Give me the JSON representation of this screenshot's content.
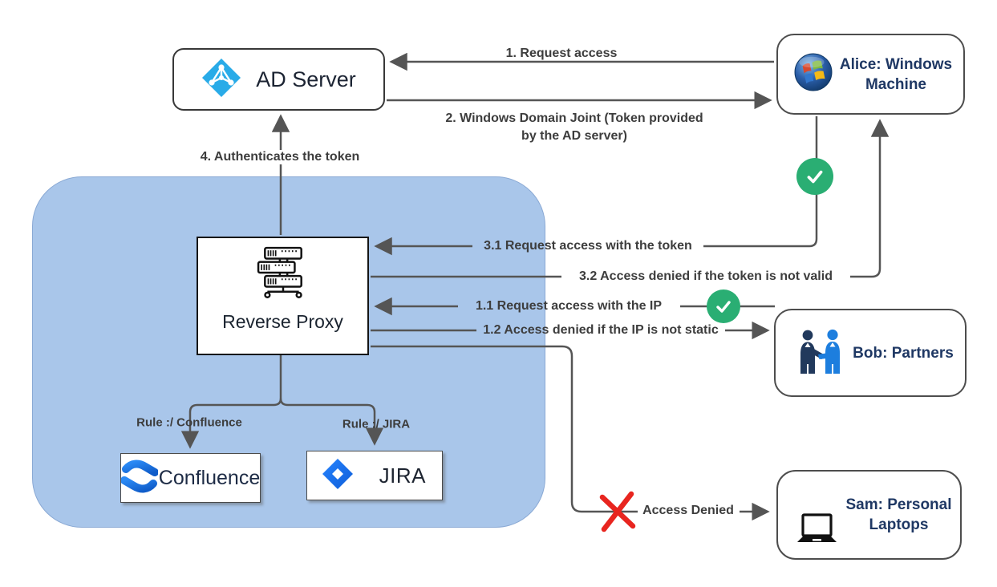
{
  "diagram": {
    "title_implicit": "Reverse proxy authentication flow",
    "nodes": {
      "ad_server": {
        "label": "AD Server",
        "icon": "azure-ad-icon"
      },
      "alice": {
        "lines": [
          "Alice: Windows",
          "Machine"
        ],
        "icon": "windows-icon"
      },
      "reverse_proxy": {
        "label": "Reverse Proxy",
        "icon": "server-rack-icon"
      },
      "bob": {
        "label": "Bob: Partners",
        "icon": "partners-handshake-icon"
      },
      "sam": {
        "lines": [
          "Sam: Personal",
          "Laptops"
        ],
        "icon": "laptop-icon"
      },
      "confluence": {
        "label": "Confluence",
        "icon": "confluence-logo-icon"
      },
      "jira": {
        "label": "JIRA",
        "icon": "jira-logo-icon"
      }
    },
    "edges": {
      "request_access": "1. Request access",
      "domain_joint_lines": [
        "2. Windows Domain Joint (Token provided",
        "by the AD server)"
      ],
      "authenticates": "4. Authenticates the token",
      "request_with_token": "3.1 Request access with the token",
      "denied_token": "3.2 Access denied if the token is not valid",
      "request_with_ip": "1.1 Request access with the IP",
      "denied_ip": "1.2 Access denied if the IP is not static",
      "access_denied": "Access Denied",
      "rule_confluence": "Rule :/ Confluence",
      "rule_jira": "Rule :/ JIRA"
    },
    "status_markers": {
      "token_valid": "check-icon",
      "ip_valid": "check-icon",
      "denied": "red-x-icon"
    },
    "colors": {
      "container_fill": "#a9c6ea",
      "container_border": "#8aa9d4",
      "connector": "#555555",
      "edge_label_text": "#3d3d3d",
      "node_label_text": "#1f3864",
      "success_green": "#2aae73",
      "denied_red": "#e8251f",
      "azure_blue": "#29abe8",
      "atlassian_blue": "#2684ff"
    }
  }
}
